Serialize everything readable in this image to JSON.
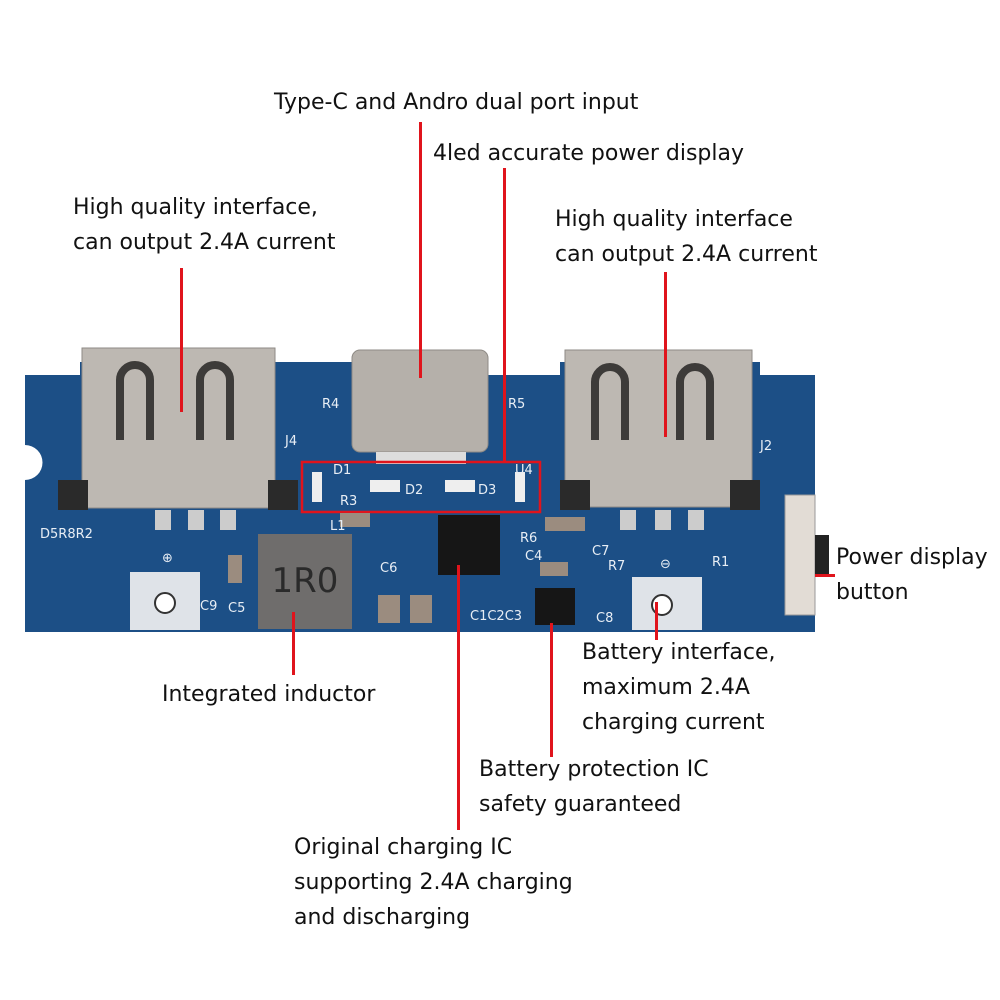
{
  "callouts": {
    "typec": "Type-C and Andro dual port input",
    "led": "4led accurate power display",
    "usb_left": [
      "High quality interface,",
      "can output 2.4A current"
    ],
    "usb_right": [
      "High quality interface",
      "can output 2.4A current"
    ],
    "button": [
      "Power display",
      "button"
    ],
    "inductor": "Integrated inductor",
    "battery": [
      "Battery interface,",
      "maximum 2.4A",
      "charging current"
    ],
    "protection": [
      "Battery protection IC",
      "safety guaranteed"
    ],
    "charging_ic": [
      "Original charging IC",
      "supporting 2.4A charging",
      "and discharging"
    ]
  },
  "board": {
    "inductor_marking": "1R0",
    "silkscreen": {
      "d1": "D1",
      "d2": "D2",
      "d3": "D3",
      "r3": "R3",
      "r4": "R4",
      "r5": "R5",
      "j4": "J4",
      "j2": "J2",
      "l1": "L1",
      "d5r8r2": "D5R8R2",
      "c9": "C9",
      "c5": "C5",
      "c6": "C6",
      "r6": "R6",
      "c4": "C4",
      "c7": "C7",
      "r7": "R7",
      "r1": "R1",
      "c8": "C8",
      "c123": "C1C2C3",
      "u4": "U4",
      "plus": "⊕",
      "minus": "⊖"
    }
  },
  "colors": {
    "pcb": "#1c4f86",
    "callout_line": "#e0141c",
    "metal": "#b7b2ac"
  }
}
